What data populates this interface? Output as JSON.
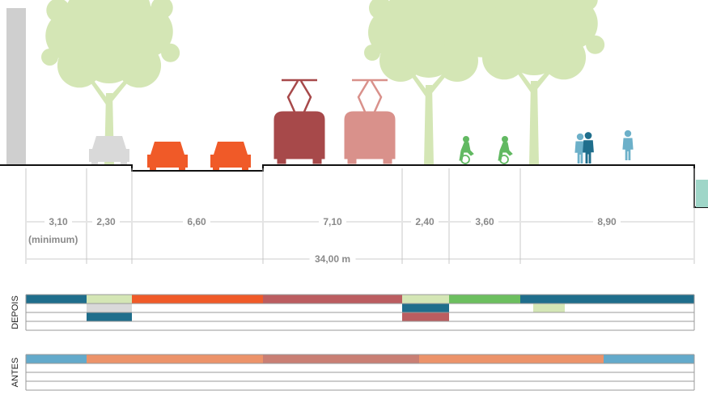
{
  "section": {
    "segments": [
      {
        "width": "3,10",
        "note": "(minimum)"
      },
      {
        "width": "2,30"
      },
      {
        "width": "6,60"
      },
      {
        "width": "7,10"
      },
      {
        "width": "2,40"
      },
      {
        "width": "3,60"
      },
      {
        "width": "8,90"
      }
    ],
    "total": "34,00 m"
  },
  "bands": [
    {
      "label": "DEPOIS"
    },
    {
      "label": "ANTES"
    }
  ],
  "colors": {
    "tree": "#d4e6b5",
    "car_parked": "#d9d9d9",
    "car": "#f05a28",
    "tram_dark": "#a7494a",
    "tram_light": "#d9918b",
    "bike": "#62b962",
    "ped_dark": "#1f6e8c",
    "ped_light": "#6cb0c9",
    "blue": "#1f6e8c",
    "light_blue": "#63aacb",
    "light_green": "#d4e6b5",
    "grey": "#d9d9d9",
    "orange": "#f05a28",
    "salmon": "#ec936a",
    "dark_salmon": "#c97f74",
    "tram_band": "#bb5d60",
    "green": "#6cbf5f",
    "building": "#cfcfcf",
    "teal": "#9fd6c8"
  },
  "icons": [
    "tree-icon",
    "car-icon",
    "tram-icon",
    "bicycle-icon",
    "pedestrian-icon"
  ]
}
